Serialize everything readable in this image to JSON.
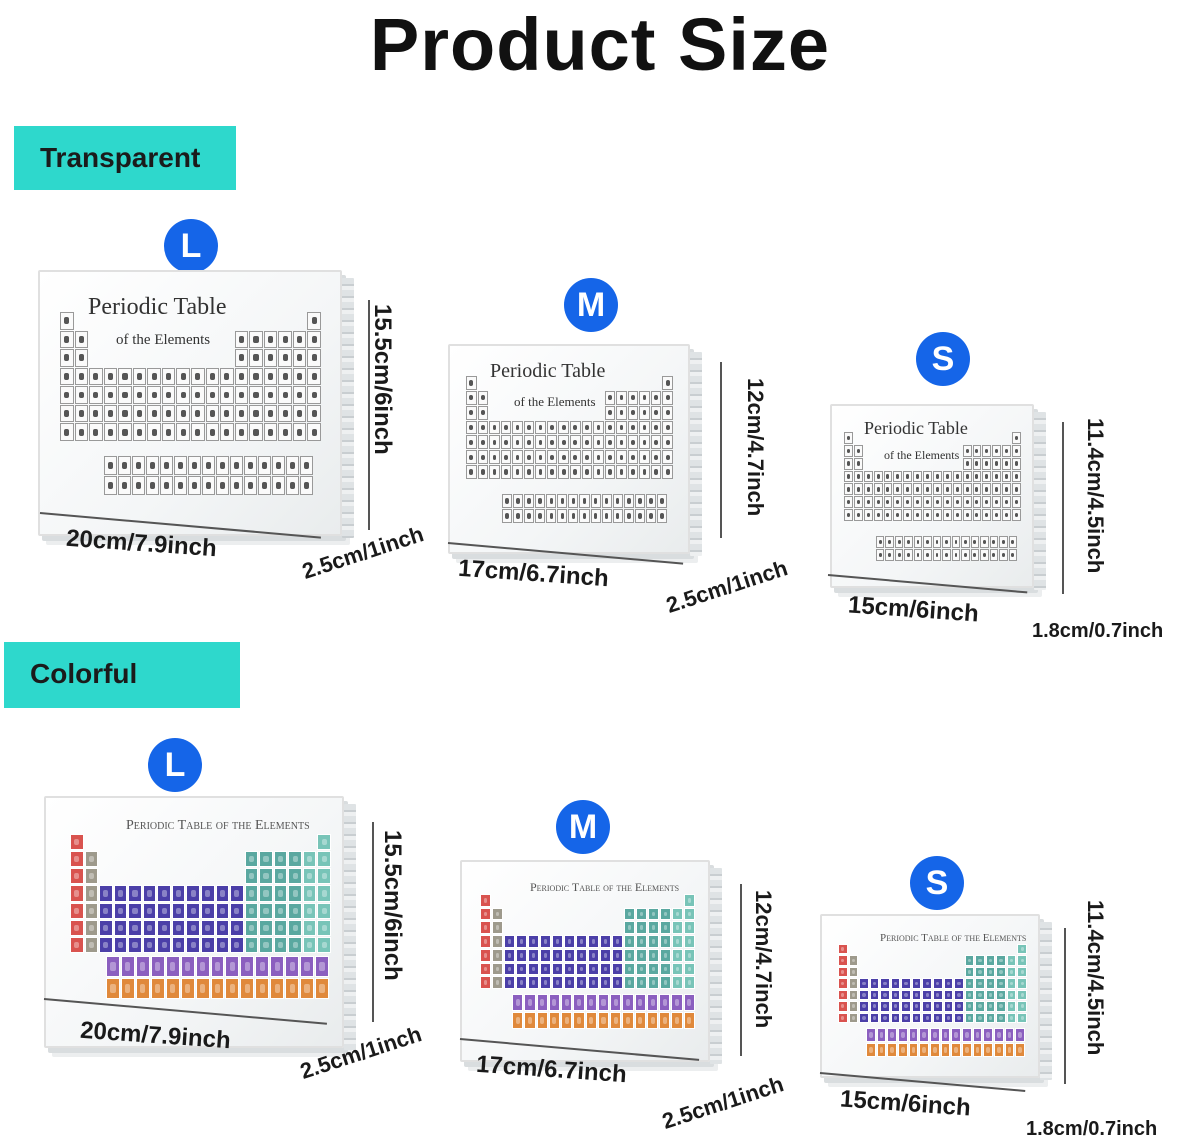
{
  "page": {
    "title": "Product Size"
  },
  "sections": [
    {
      "label": "Transparent",
      "style": "transparent",
      "products": [
        {
          "size": "L",
          "print_title": "Periodic Table",
          "print_subtitle": "of the Elements",
          "width": "20cm/7.9inch",
          "height": "15.5cm/6inch",
          "depth": "2.5cm/1inch"
        },
        {
          "size": "M",
          "print_title": "Periodic Table",
          "print_subtitle": "of the Elements",
          "width": "17cm/6.7inch",
          "height": "12cm/4.7inch",
          "depth": "2.5cm/1inch"
        },
        {
          "size": "S",
          "print_title": "Periodic Table",
          "print_subtitle": "of the Elements",
          "width": "15cm/6inch",
          "height": "11.4cm/4.5inch",
          "depth": "1.8cm/0.7inch"
        }
      ]
    },
    {
      "label": "Colorful",
      "style": "colorful",
      "products": [
        {
          "size": "L",
          "print_title": "Periodic Table of the Elements",
          "width": "20cm/7.9inch",
          "height": "15.5cm/6inch",
          "depth": "2.5cm/1inch"
        },
        {
          "size": "M",
          "print_title": "Periodic Table of the Elements",
          "width": "17cm/6.7inch",
          "height": "12cm/4.7inch",
          "depth": "2.5cm/1inch"
        },
        {
          "size": "S",
          "print_title": "Periodic Table of the Elements",
          "width": "15cm/6inch",
          "height": "11.4cm/4.5inch",
          "depth": "1.8cm/0.7inch"
        }
      ]
    }
  ],
  "colors": {
    "tag_background": "#2ed8cc",
    "badge_background": "#1565e8",
    "alkali": "#d9534f",
    "alkaline": "#9e9a8c",
    "transition": "#4b3fa8",
    "post_transition": "#5aa8a0",
    "nonmetal": "#78c4b8",
    "lanthanide": "#8b5fbf",
    "actinide": "#e0893b"
  }
}
